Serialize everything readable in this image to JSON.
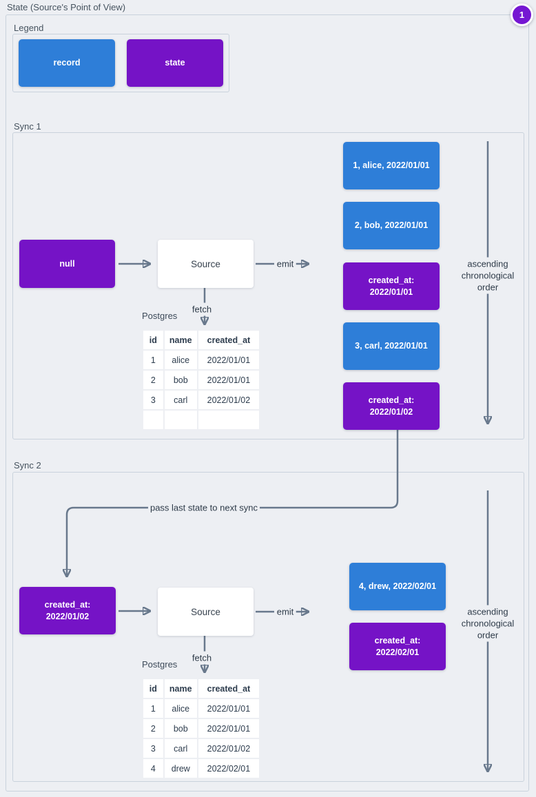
{
  "header": {
    "title": "State (Source's Point of View)",
    "badge": "1"
  },
  "colors": {
    "record": "#2e7ed8",
    "state": "#7513c6",
    "badge": "#7517d2",
    "line": "#68788c",
    "background": "#edeff3"
  },
  "legend": {
    "title": "Legend",
    "record_label": "record",
    "state_label": "state"
  },
  "pass_note": "pass last state to next sync",
  "sync1": {
    "title": "Sync 1",
    "input_state": "null",
    "source": "Source",
    "emit": "emit",
    "fetch": "fetch",
    "db": "Postgres",
    "order_note": "ascending\nchronological\norder",
    "emitted": [
      {
        "kind": "record",
        "text": "1, alice, 2022/01/01"
      },
      {
        "kind": "record",
        "text": "2, bob, 2022/01/01"
      },
      {
        "kind": "state",
        "text": "created_at:\n2022/01/01"
      },
      {
        "kind": "record",
        "text": "3, carl, 2022/01/01"
      },
      {
        "kind": "state",
        "text": "created_at:\n2022/01/02"
      }
    ],
    "table": {
      "headers": [
        "id",
        "name",
        "created_at"
      ],
      "rows": [
        [
          "1",
          "alice",
          "2022/01/01"
        ],
        [
          "2",
          "bob",
          "2022/01/01"
        ],
        [
          "3",
          "carl",
          "2022/01/02"
        ],
        [
          "",
          "",
          ""
        ]
      ]
    }
  },
  "sync2": {
    "title": "Sync 2",
    "input_state": "created_at:\n2022/01/02",
    "source": "Source",
    "emit": "emit",
    "fetch": "fetch",
    "db": "Postgres",
    "order_note": "ascending\nchronological\norder",
    "emitted": [
      {
        "kind": "record",
        "text": "4, drew, 2022/02/01"
      },
      {
        "kind": "state",
        "text": "created_at:\n2022/02/01"
      }
    ],
    "table": {
      "headers": [
        "id",
        "name",
        "created_at"
      ],
      "rows": [
        [
          "1",
          "alice",
          "2022/01/01"
        ],
        [
          "2",
          "bob",
          "2022/01/01"
        ],
        [
          "3",
          "carl",
          "2022/01/02"
        ],
        [
          "4",
          "drew",
          "2022/02/01"
        ]
      ]
    }
  }
}
